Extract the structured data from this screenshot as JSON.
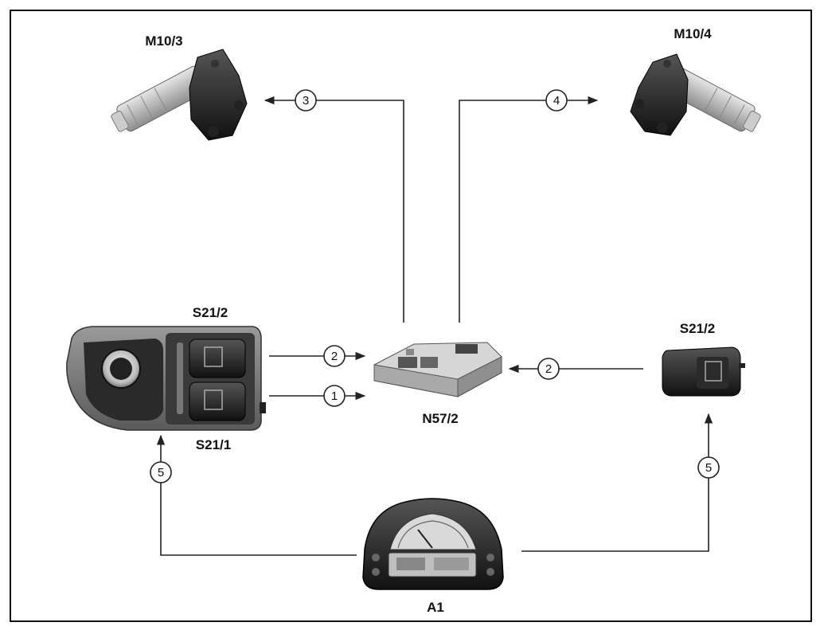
{
  "labels": {
    "m10_3": "M10/3",
    "m10_4": "M10/4",
    "s21_2_left": "S21/2",
    "s21_1": "S21/1",
    "n57_2": "N57/2",
    "s21_2_right": "S21/2",
    "a1": "A1"
  },
  "connections": {
    "c1": "1",
    "c2_left": "2",
    "c2_right": "2",
    "c3": "3",
    "c4": "4",
    "c5_left": "5",
    "c5_right": "5"
  },
  "components": {
    "m10_3": "window-motor-left",
    "m10_4": "window-motor-right",
    "s21_switch_block": "driver-window-switch-block",
    "n57_2": "control-module",
    "s21_2_right": "passenger-window-switch",
    "a1": "instrument-cluster"
  }
}
